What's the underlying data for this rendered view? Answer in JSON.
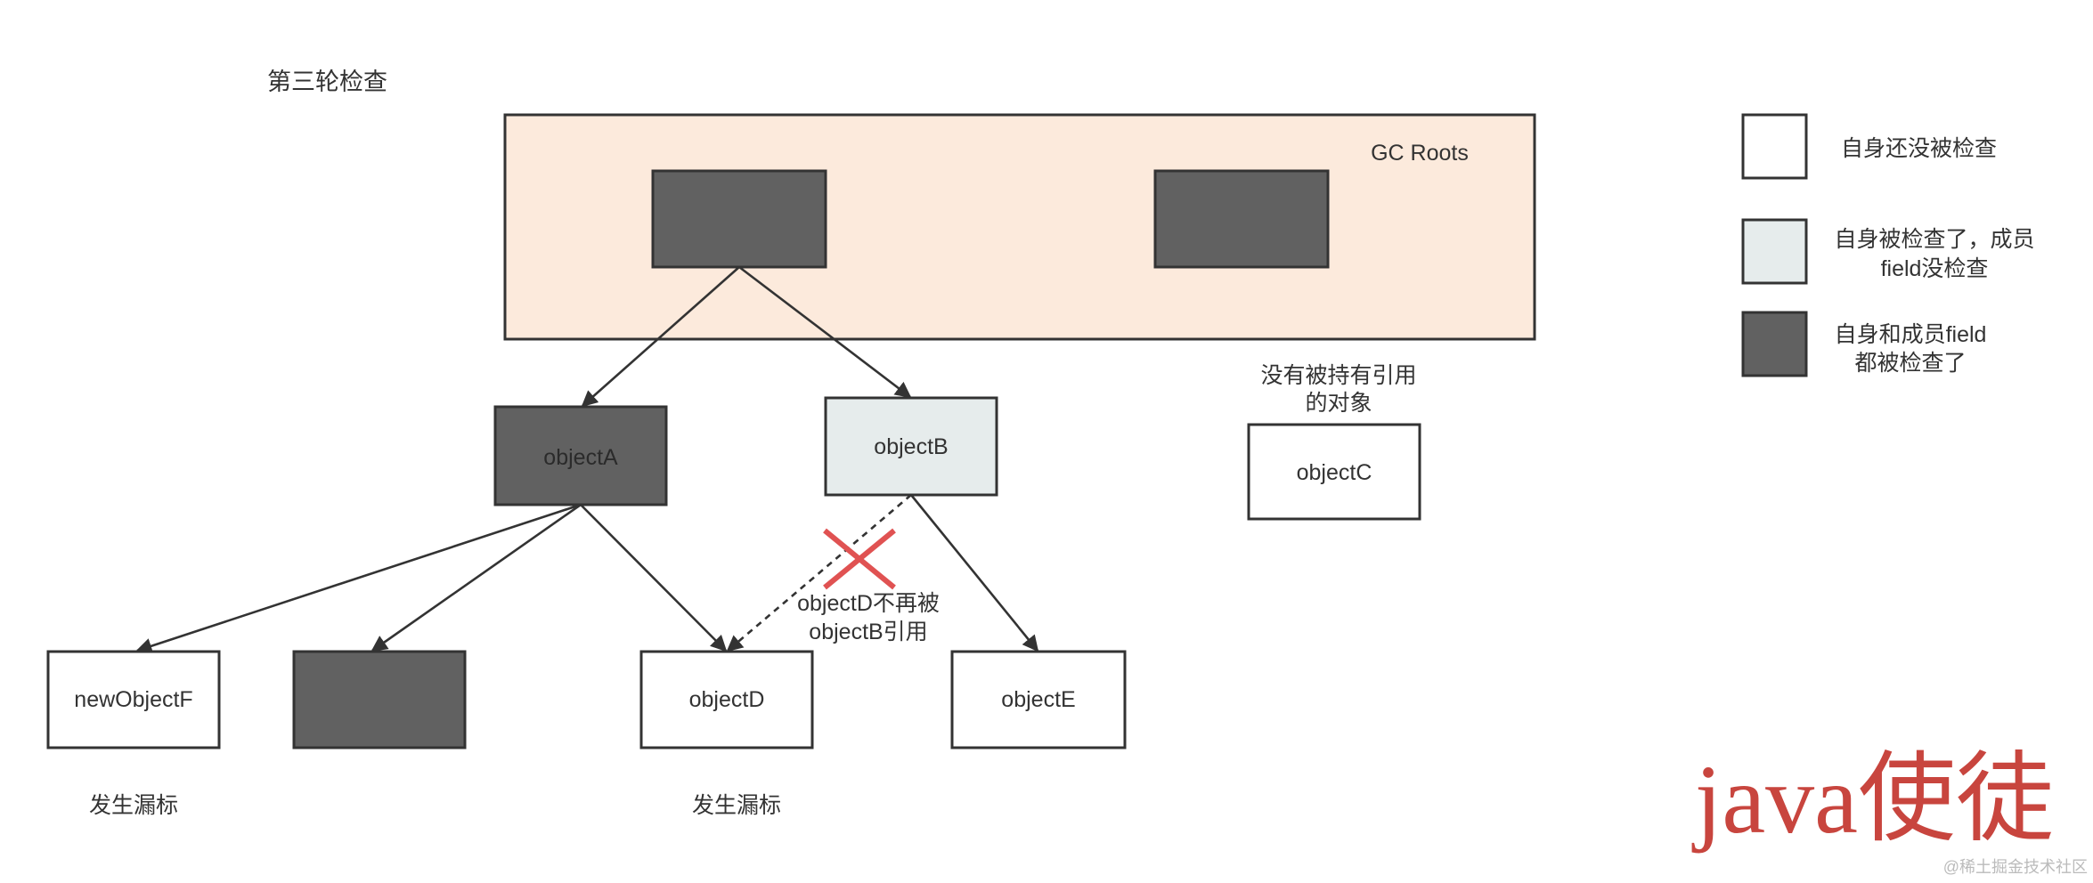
{
  "title": "第三轮检查",
  "gc_roots": {
    "label": "GC Roots"
  },
  "nodes": {
    "object_a": "objectA",
    "object_b": "objectB",
    "object_c": "objectC",
    "object_d": "objectD",
    "object_e": "objectE",
    "new_object_f": "newObjectF"
  },
  "annotations": {
    "unreferenced": [
      "没有被持有引用",
      "的对象"
    ],
    "removed_reference": [
      "objectD不再被",
      "objectB引用"
    ],
    "missed_mark_f": "发生漏标",
    "missed_mark_d": "发生漏标"
  },
  "legend": [
    {
      "lines": [
        "自身还没被检查"
      ]
    },
    {
      "lines": [
        "自身被检查了，成员",
        "field没检查"
      ]
    },
    {
      "lines": [
        "自身和成员field",
        "都被检查了"
      ]
    }
  ],
  "watermark": {
    "brand": "java使徒",
    "source": "@稀土掘金技术社区"
  },
  "colors": {
    "gc_roots_fill": "#FCEADC",
    "fully_checked": "#616161",
    "self_checked": "#E6ECEC",
    "unchecked": "#FFFFFF",
    "cross": "#E05252",
    "brand": "#C8453E"
  }
}
